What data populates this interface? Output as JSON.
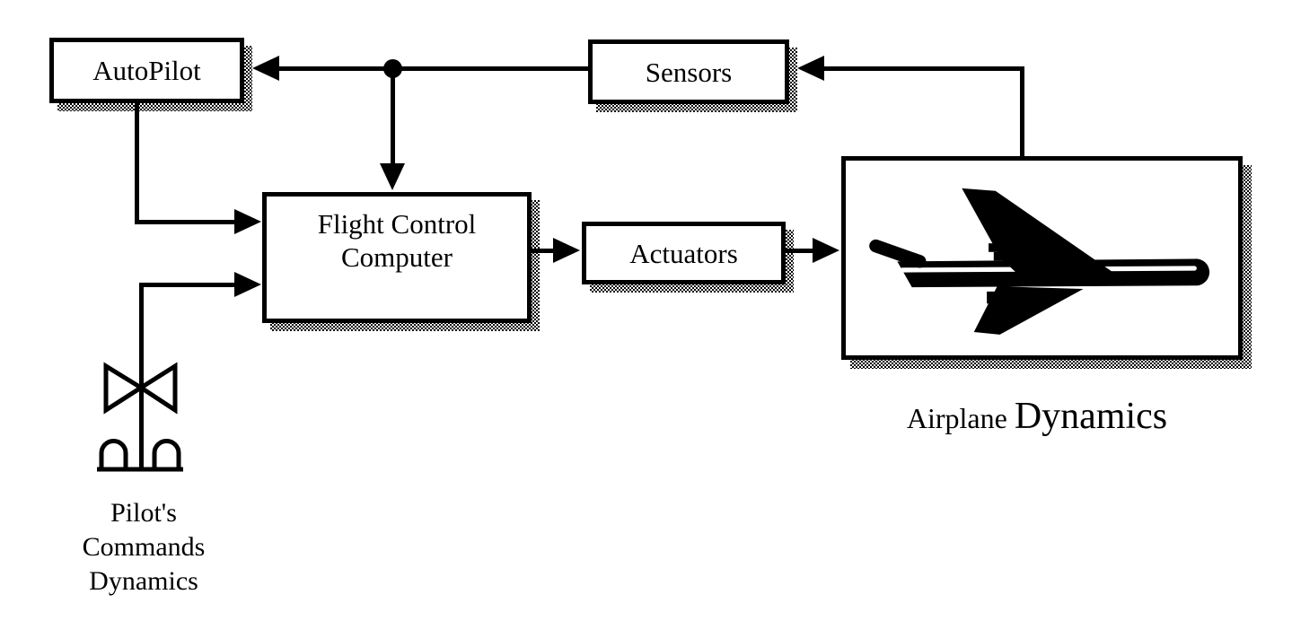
{
  "diagram": {
    "type": "block-diagram",
    "colors": {
      "ink": "#000000",
      "background": "#ffffff"
    },
    "nodes": {
      "autopilot": {
        "label": "AutoPilot"
      },
      "sensors": {
        "label": "Sensors"
      },
      "flight_control_computer": {
        "line1": "Flight Control",
        "line2": "Computer"
      },
      "actuators": {
        "label": "Actuators"
      },
      "airplane_dynamics": {
        "icon": "airplane-icon",
        "label_small": "Airplane",
        "label_large": "Dynamics"
      },
      "pilots_commands": {
        "icon": "pilot-controls-icon",
        "line1": "Pilot's",
        "line2": "Commands",
        "line3": "Dynamics"
      }
    },
    "connections": [
      {
        "from": "airplane_dynamics",
        "to": "sensors"
      },
      {
        "from": "sensors",
        "to": "autopilot",
        "via": "junction-dot"
      },
      {
        "from": "junction-dot",
        "to": "flight_control_computer"
      },
      {
        "from": "autopilot",
        "to": "flight_control_computer"
      },
      {
        "from": "pilots_commands",
        "to": "flight_control_computer"
      },
      {
        "from": "flight_control_computer",
        "to": "actuators"
      },
      {
        "from": "actuators",
        "to": "airplane_dynamics"
      }
    ]
  }
}
